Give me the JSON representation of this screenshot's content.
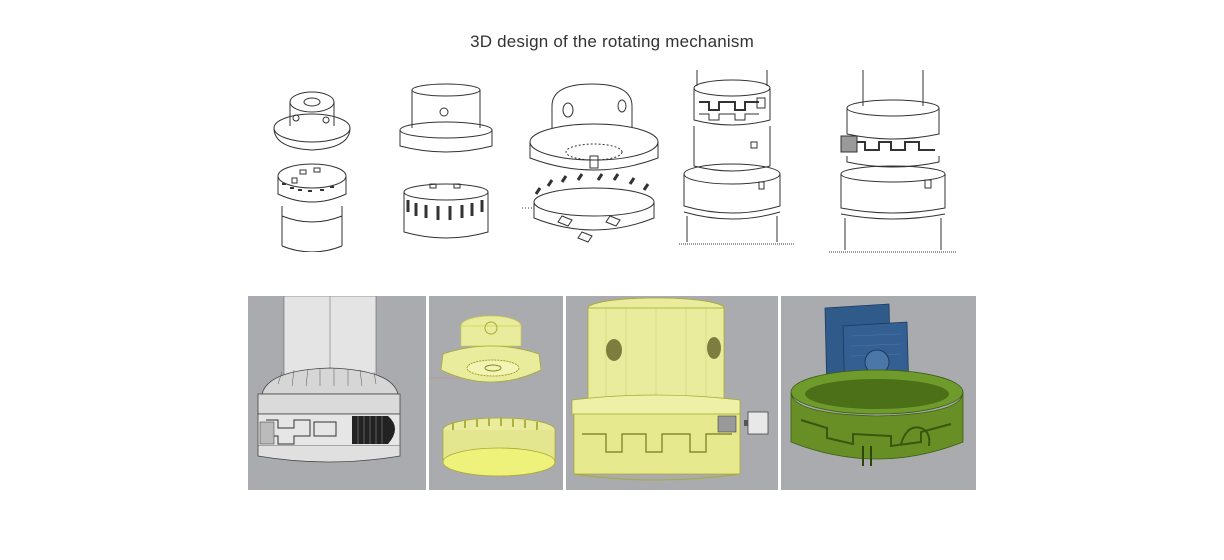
{
  "page": {
    "title": "3D design of the rotating mechanism"
  },
  "sketches": [
    {
      "name": "sketch-exploded-gear-assembly"
    },
    {
      "name": "sketch-collar-and-gear-ring"
    },
    {
      "name": "sketch-dome-and-ring-plate"
    },
    {
      "name": "sketch-tube-with-notched-coupling"
    },
    {
      "name": "sketch-tube-with-latch"
    }
  ],
  "renders": [
    {
      "name": "render-grey-tube-with-dial"
    },
    {
      "name": "render-yellow-collar-and-ring"
    },
    {
      "name": "render-yellow-notched-cylinder"
    },
    {
      "name": "render-green-ring-with-blue-card"
    }
  ],
  "colors": {
    "viewport": "#a9abae",
    "yellow": "#e9ec9c",
    "green": "#6f9a2c",
    "blue": "#2f5a8a",
    "grey": "#dcdcdc",
    "line": "#333333"
  }
}
